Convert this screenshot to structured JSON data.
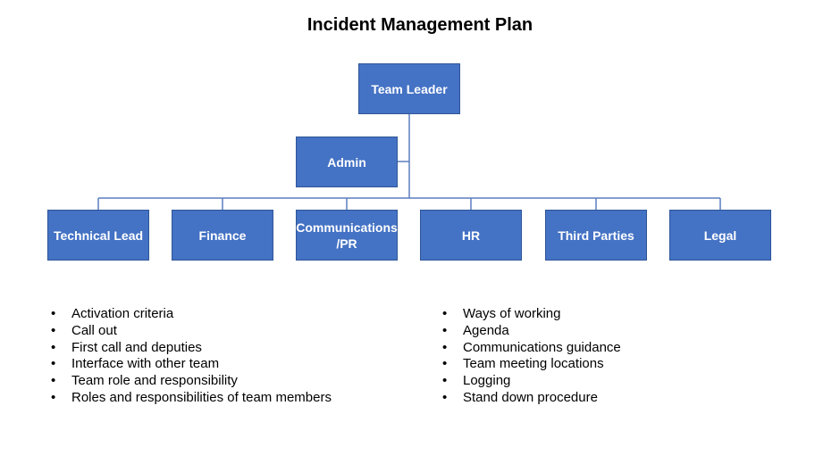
{
  "diagram": {
    "title": "Incident Management Plan",
    "leader": "Team Leader",
    "admin": "Admin",
    "teams": [
      "Technical Lead",
      "Finance",
      "Communications\n/PR",
      "HR",
      "Third Parties",
      "Legal"
    ],
    "colors": {
      "box_fill": "#4472c4",
      "box_border": "#2f5597",
      "box_text": "#ffffff",
      "connector": "#5b7fbf"
    }
  },
  "lists": {
    "left": [
      "Activation criteria",
      "Call out",
      "First call and deputies",
      "Interface with other team",
      "Team role and responsibility",
      "Roles and responsibilities of team members"
    ],
    "right": [
      "Ways of working",
      "Agenda",
      "Communications guidance",
      "Team meeting locations",
      "Logging",
      "Stand down procedure"
    ]
  }
}
